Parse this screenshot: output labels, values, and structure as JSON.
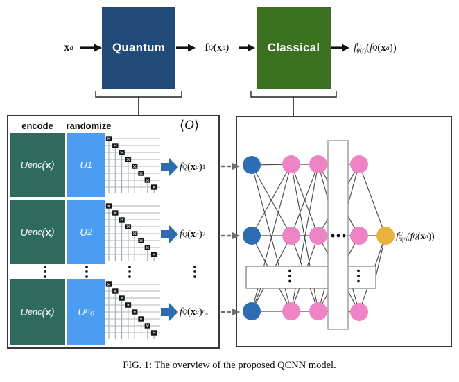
{
  "caption": "FIG. 1: The overview of the proposed QCNN model.",
  "top_flow": {
    "input_html": "<b>x</b><sup><i>a</i></sup>",
    "quantum_label": "Quantum",
    "quantum_output_html": "<b>f</b><sup><i>Q</i></sup>(<b>x</b><sup><i>a</i></sup>)",
    "classical_label": "Classical",
    "final_output_html": "<i>f</i><span class=\"ss\"><span><i>C</i></span><span><i>&#952;</i>(<i>t</i>)</span></span>(<i>f</i><sup><i>Q</i></sup>(<b>x</b><sup><i>a</i></sup>))"
  },
  "left_panel": {
    "header_encode": "encode",
    "header_randomize": "randomize",
    "observable_html": "&#10216;<i>O</i>&#10217;",
    "rows": [
      {
        "encode_html": "<i>U</i><sub>enc</sub>(<b>x</b>)",
        "unitary_html": "<i>U</i><sub>1</sub>",
        "output_html": "<i>f</i><sup><i>Q</i></sup>(<b>x</b><sup><i>a</i></sup>)<sub>1</sub>"
      },
      {
        "encode_html": "<i>U</i><sub>enc</sub>(<b>x</b>)",
        "unitary_html": "<i>U</i><sub>2</sub>",
        "output_html": "<i>f</i><sup><i>Q</i></sup>(<b>x</b><sup><i>a</i></sup>)<sub>2</sub>"
      },
      {
        "encode_html": "<i>U</i><sub>enc</sub>(<b>x</b>)",
        "unitary_html": "<i>U</i><sub><i>n</i><sub>0</sub></sub>",
        "output_html": "<i>f</i><sup><i>Q</i></sup>(<b>x</b><sup><i>a</i></sup>)<sub><i>n</i><sub>0</sub></sub>"
      }
    ]
  },
  "right_panel": {
    "output_label_html": "<i>f</i><span class=\"ss\"><span><i>C</i></span><span><i>&#952;</i>(<i>t</i>)</span></span>(<i>f</i><sup><i>Q</i></sup>(<b>x</b><sup><i>a</i></sup>))"
  },
  "colors": {
    "quantum_box": "#204a77",
    "classical_box": "#3a701f",
    "encode_box": "#2f6b5d",
    "randomize_box": "#4c9cf1",
    "block_arrow": "#2e6cb0",
    "dashed_arrow": "#6f6f6f",
    "input_node": "#2d6db4",
    "hidden_node": "#ef84c4",
    "output_node": "#eab23c",
    "edge": "#4a4a4a",
    "wire": "#b3b3b3",
    "gate": "#161616"
  }
}
